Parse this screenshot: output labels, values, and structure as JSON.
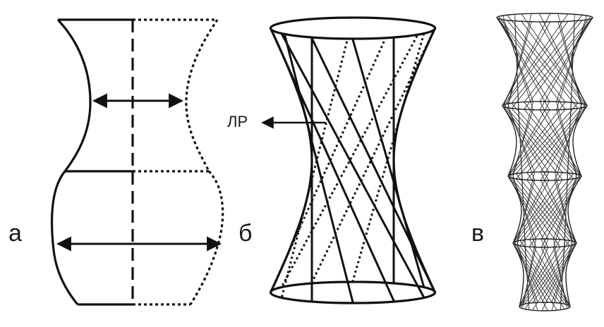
{
  "labels": {
    "a": "а",
    "b": "б",
    "v": "в",
    "lr": "ЛР"
  },
  "colors": {
    "stroke": "#111111",
    "background": "#ffffff"
  },
  "figures": [
    {
      "id": "a",
      "description_name": "vase-profile-with-axis"
    },
    {
      "id": "b",
      "description_name": "hyperboloid-of-rods"
    },
    {
      "id": "v",
      "description_name": "stacked-hyperboloid-tower"
    }
  ]
}
